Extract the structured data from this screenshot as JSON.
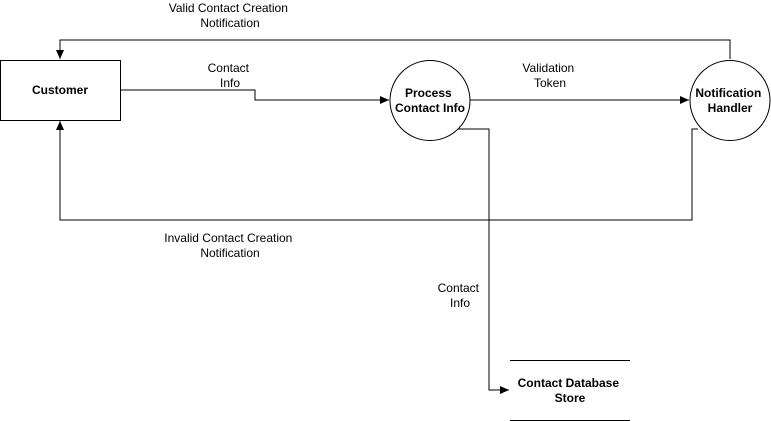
{
  "diagram": {
    "colors": {
      "stroke": "#000000",
      "fill": "#ffffff",
      "text": "#000000"
    },
    "nodes": {
      "customer": {
        "label": [
          "Customer"
        ],
        "shape": "rectangle"
      },
      "process": {
        "label": [
          "Process",
          "Contact Info"
        ],
        "shape": "circle"
      },
      "notification": {
        "label": [
          "Notification",
          "Handler"
        ],
        "shape": "circle"
      },
      "store": {
        "label": [
          "Contact Database",
          "Store"
        ],
        "shape": "data-store"
      }
    },
    "edges": {
      "valid": {
        "label": [
          "Valid Contact Creation",
          "Notification"
        ],
        "from": "notification",
        "to": "customer"
      },
      "contact_info_1": {
        "label": [
          "Contact",
          "Info"
        ],
        "from": "customer",
        "to": "process"
      },
      "validation": {
        "label": [
          "Validation",
          "Token"
        ],
        "from": "process",
        "to": "notification"
      },
      "invalid": {
        "label": [
          "Invalid Contact Creation",
          "Notification"
        ],
        "from": "notification",
        "to": "customer"
      },
      "contact_info_2": {
        "label": [
          "Contact",
          "Info"
        ],
        "from": "process",
        "to": "store"
      }
    }
  }
}
